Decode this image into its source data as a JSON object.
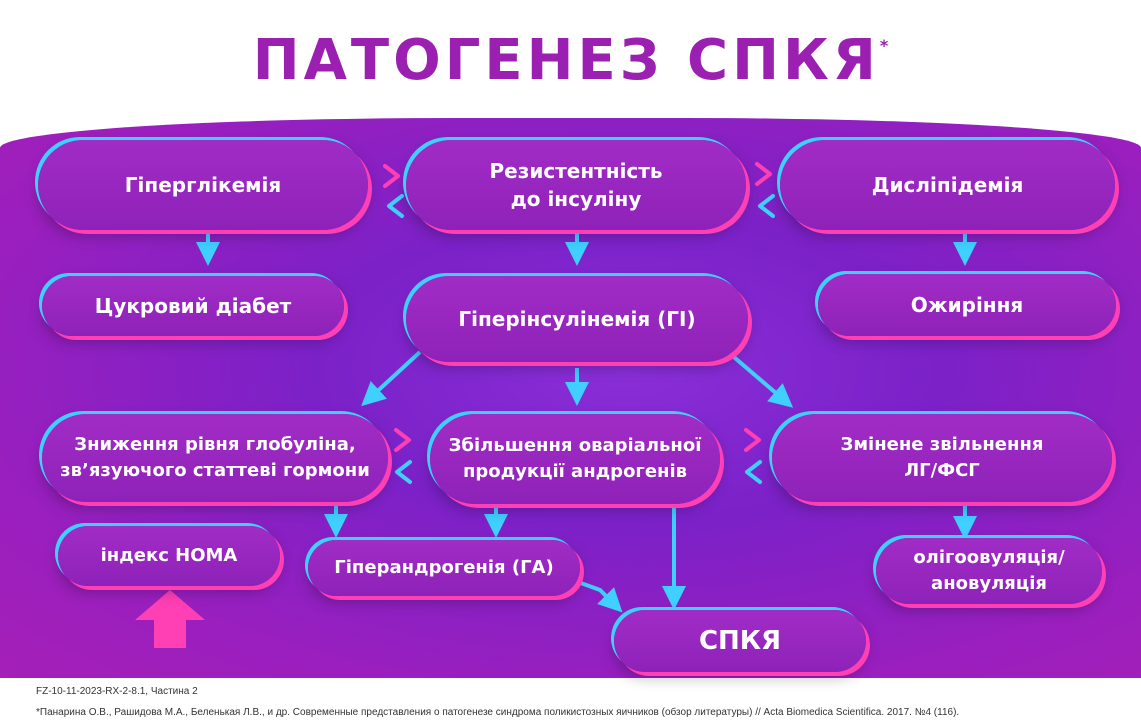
{
  "title": "ПАТОГЕНЕЗ СПКЯ",
  "title_mark": "*",
  "nodes": {
    "hyperglycemia": "Гіперглікемія",
    "insulin_resistance": "Резистентність\nдо інсуліну",
    "dyslipidemia": "Дисліпідемія",
    "diabetes": "Цукровий діабет",
    "hyperinsulinemia": "Гіперінсулінемія (ГІ)",
    "obesity": "Ожиріння",
    "globulin": "Зниження рівня глобуліна,\nзв’язуючого статтеві гормони",
    "androgens": "Збільшення оваріальної\nпродукції андрогенів",
    "lh_fsh": "Змінене звільнення\nЛГ/ФСГ",
    "homa": "індекс HOMA",
    "hyperandrogenism": "Гіперандрогенія (ГА)",
    "oligo": "олігоовуляція/\nановуляція",
    "pcos": "СПКЯ"
  },
  "colors": {
    "title": "#9b1fb0",
    "arrow": "#3fd0ff",
    "accent_pink": "#ff3fb4",
    "node": "#9a27c0"
  },
  "footer": {
    "code": "FZ-10-11-2023-RX-2-8.1, Частина 2",
    "reference": "*Панарина О.В., Рашидова М.А., Беленькая Л.В., и др. Современные представления о патогенезе синдрома поликистозных яичников (обзор литературы) // Acta Biomedica Scientifica. 2017. №4 (116)."
  }
}
